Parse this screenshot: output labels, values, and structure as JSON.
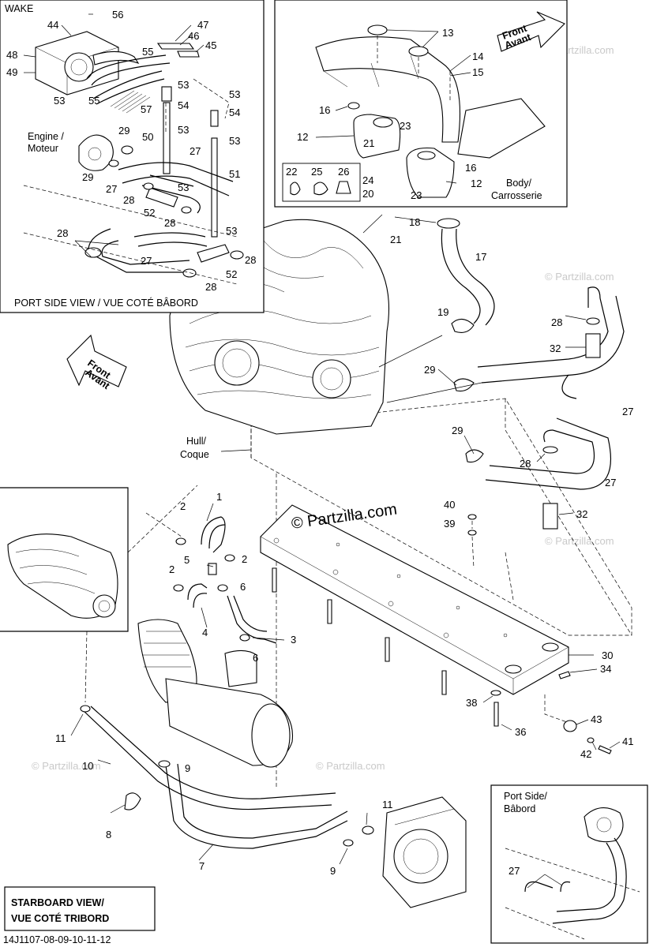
{
  "watermark": {
    "site": "© Partzilla.com",
    "center_text": "© Partzilla.com"
  },
  "panels": {
    "top_left": {
      "corner": "WAKE",
      "view": "PORT SIDE VIEW / VUE COTÉ BÂBORD",
      "engine": [
        "Engine /",
        "Moteur"
      ]
    },
    "top_right": {
      "front": [
        "Front",
        "Avant"
      ],
      "body": [
        "Body/",
        "Carrosserie"
      ]
    },
    "bottom_left": {
      "view": [
        "STARBOARD VIEW/",
        "VUE COTÉ TRIBORD"
      ]
    },
    "bottom_right": {
      "title": [
        "Port Side/",
        "Bâbord"
      ]
    }
  },
  "main": {
    "front": [
      "Front",
      "Avant"
    ],
    "hull": [
      "Hull/",
      "Coque"
    ]
  },
  "footer_code": "14J1107-08-09-10-11-12",
  "callouts": {
    "n56": "56",
    "n44": "44",
    "n47": "47",
    "n46": "46",
    "n45": "45",
    "n48": "48",
    "n49": "49",
    "n55a": "55",
    "n55b": "55",
    "n53a": "53",
    "n53b": "53",
    "n53c": "53",
    "n53d": "53",
    "n53e": "53",
    "n53f": "53",
    "n53g": "53",
    "n54a": "54",
    "n54b": "54",
    "n57": "57",
    "n29tl1": "29",
    "n29tl2": "29",
    "n50": "50",
    "n27tl1": "27",
    "n27tl2": "27",
    "n27tl3": "27",
    "n51": "51",
    "n28tl1": "28",
    "n28tl2": "28",
    "n28tl3": "28",
    "n28tl4": "28",
    "n28tl5": "28",
    "n52a": "52",
    "n52b": "52",
    "n13": "13",
    "n14": "14",
    "n15": "15",
    "n16a": "16",
    "n16b": "16",
    "n12a": "12",
    "n12b": "12",
    "n23a": "23",
    "n23b": "23",
    "n21a": "21",
    "n21b": "21",
    "n24": "24",
    "n20": "20",
    "n22": "22",
    "n25": "25",
    "n26": "26",
    "n18": "18",
    "n17": "17",
    "n19": "19",
    "n28a": "28",
    "n32a": "32",
    "n29a": "29",
    "n27a": "27",
    "n29b": "29",
    "n28b": "28",
    "n27b": "27",
    "n32b": "32",
    "n40": "40",
    "n39": "39",
    "n30": "30",
    "n34": "34",
    "n38": "38",
    "n36": "36",
    "n43": "43",
    "n41": "41",
    "n42": "42",
    "n1": "1",
    "n2a": "2",
    "n2b": "2",
    "n2c": "2",
    "n5": "5",
    "n6a": "6",
    "n6b": "6",
    "n3": "3",
    "n4": "4",
    "n11a": "11",
    "n10": "10",
    "n9a": "9",
    "n8": "8",
    "n7": "7",
    "n11b": "11",
    "n9b": "9",
    "n27c": "27"
  }
}
